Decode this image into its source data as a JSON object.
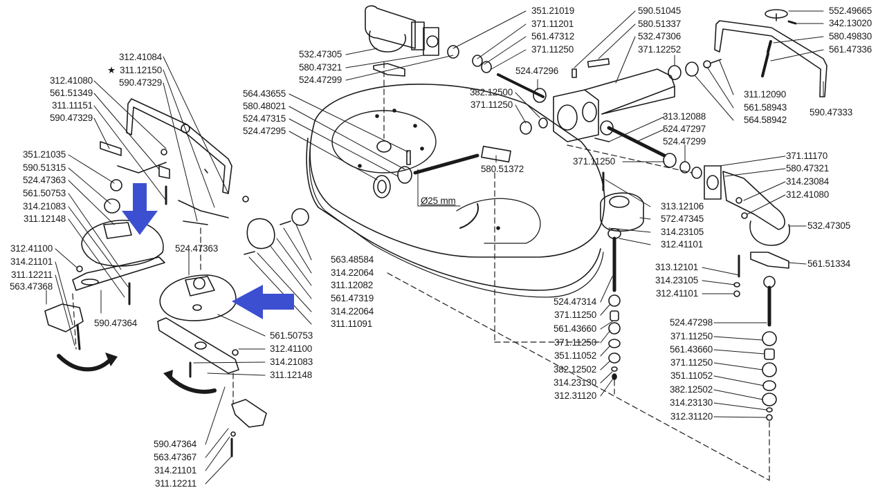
{
  "diagram": {
    "title": "Mower deck exploded parts diagram",
    "accent_color": "#3d4fd1",
    "dimension_note": "Ø25 mm",
    "labels": {
      "l_312_41084": "312.41084",
      "l_311_12150": "311.12150",
      "l_590_47329a": "590.47329",
      "l_312_41080a": "312.41080",
      "l_561_51349": "561.51349",
      "l_311_11151": "311.11151",
      "l_590_47329b": "590.47329",
      "l_351_21035": "351.21035",
      "l_590_51315": "590.51315",
      "l_524_47363a": "524.47363",
      "l_561_50753a": "561.50753",
      "l_314_21083a": "314.21083",
      "l_311_12148a": "311.12148",
      "l_312_41100a": "312.41100",
      "l_314_21101a": "314.21101",
      "l_311_12211a": "311.12211",
      "l_563_47368": "563.47368",
      "l_590_47364a": "590.47364",
      "l_524_47363b": "524.47363",
      "l_561_50753b": "561.50753",
      "l_312_41100b": "312.41100",
      "l_314_21083b": "314.21083",
      "l_311_12148b": "311.12148",
      "l_590_47364b": "590.47364",
      "l_563_47367": "563.47367",
      "l_314_21101b": "314.21101",
      "l_311_12211b": "311.12211",
      "l_532_47305a": "532.47305",
      "l_580_47321a": "580.47321",
      "l_524_47299a": "524.47299",
      "l_564_43655": "564.43655",
      "l_580_48021": "580.48021",
      "l_524_47315": "524.47315",
      "l_524_47295": "524.47295",
      "l_563_48584": "563.48584",
      "l_314_22064a": "314.22064",
      "l_311_12082": "311.12082",
      "l_561_47319": "561.47319",
      "l_314_22064b": "314.22064",
      "l_311_11091": "311.11091",
      "l_351_21019": "351.21019",
      "l_371_11201": "371.11201",
      "l_561_47312": "561.47312",
      "l_371_11250a": "371.11250",
      "l_524_47296": "524.47296",
      "l_382_12500": "382.12500",
      "l_371_11250b": "371.11250",
      "l_580_51372": "580.51372",
      "l_590_51045": "590.51045",
      "l_580_51337": "580.51337",
      "l_532_47306": "532.47306",
      "l_371_12252": "371.12252",
      "l_313_12088": "313.12088",
      "l_524_47297": "524.47297",
      "l_524_47299b": "524.47299",
      "l_371_11250c": "371.11250",
      "l_552_49665": "552.49665",
      "l_342_13020": "342.13020",
      "l_580_49830": "580.49830",
      "l_561_47336": "561.47336",
      "l_311_12090": "311.12090",
      "l_561_58943": "561.58943",
      "l_564_58942": "564.58942",
      "l_590_47333": "590.47333",
      "l_371_11170": "371.11170",
      "l_580_47321b": "580.47321",
      "l_314_23084": "314.23084",
      "l_312_41080b": "312.41080",
      "l_532_47305b": "532.47305",
      "l_561_51334": "561.51334",
      "l_313_12106": "313.12106",
      "l_572_47345": "572.47345",
      "l_314_23105a": "314.23105",
      "l_312_41101a": "312.41101",
      "l_313_12101": "313.12101",
      "l_314_23105b": "314.23105",
      "l_312_41101b": "312.41101",
      "l_524_47314": "524.47314",
      "l_371_11250d": "371.11250",
      "l_561_43660a": "561.43660",
      "l_371_11250e": "371.11250",
      "l_351_11052a": "351.11052",
      "l_382_12502a": "382.12502",
      "l_314_23130a": "314.23130",
      "l_312_31120a": "312.31120",
      "l_524_47298": "524.47298",
      "l_371_11250f": "371.11250",
      "l_561_43660b": "561.43660",
      "l_371_11250g": "371.11250",
      "l_351_11052b": "351.11052",
      "l_382_12502b": "382.12502",
      "l_314_23130b": "314.23130",
      "l_312_31120b": "312.31120"
    },
    "star_mark": "★"
  }
}
